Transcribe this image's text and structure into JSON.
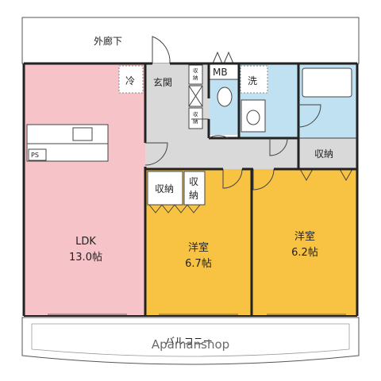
{
  "plan": {
    "corridor_label": "外廊下",
    "ldk": {
      "name": "LDK",
      "size": "13.0帖"
    },
    "western_room_1": {
      "name": "洋室",
      "size": "6.7帖"
    },
    "western_room_2": {
      "name": "洋室",
      "size": "6.2帖"
    },
    "entrance": "玄関",
    "refrigerator": "冷",
    "mb": "MB",
    "laundry": "洗",
    "pipe_space": "PS",
    "storage_small": "収納",
    "storage_hall": "収納",
    "storage_room1_a": "収納",
    "storage_room1_b_line1": "収",
    "storage_room1_b_line2": "納",
    "balcony_label": "バルコニー",
    "watermark": "Apamanshop"
  },
  "colors": {
    "ldk": "#f5c3c8",
    "western_rooms": "#f8c243",
    "wet_area": "#bfe1f2",
    "hall": "#d9d9d9",
    "wall": "#222222"
  }
}
